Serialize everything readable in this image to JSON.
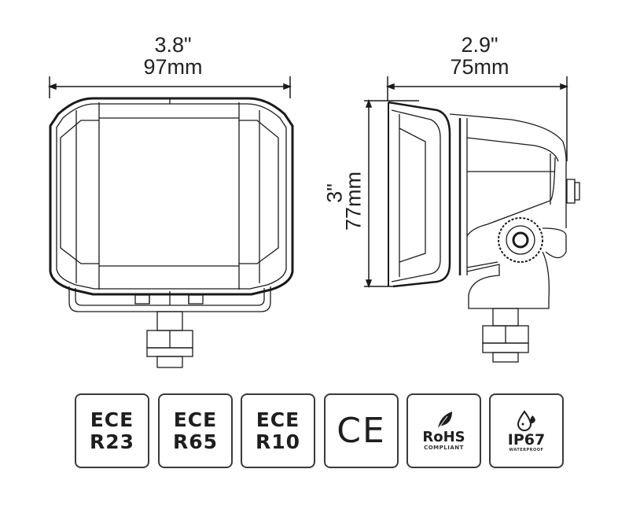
{
  "dimensions": {
    "front_width": {
      "inches": "3.8\"",
      "mm": "97mm"
    },
    "side_depth": {
      "inches": "2.9\"",
      "mm": "75mm"
    },
    "side_height": {
      "inches": "3\"",
      "mm": "77mm"
    }
  },
  "views": [
    "front-view",
    "side-view"
  ],
  "certifications": [
    {
      "line1": "ECE",
      "line2": "R23"
    },
    {
      "line1": "ECE",
      "line2": "R65"
    },
    {
      "line1": "ECE",
      "line2": "R10"
    },
    {
      "mark": "CE"
    },
    {
      "mark": "RoHS",
      "sub": "COMPLIANT",
      "icon": "leaf-icon"
    },
    {
      "mark": "IP67",
      "sub": "WATERPROOF",
      "icon": "water-drop-icon"
    }
  ],
  "colors": {
    "line": "#1a1a1a",
    "background": "#ffffff",
    "badge_border": "#3a3a3a"
  }
}
